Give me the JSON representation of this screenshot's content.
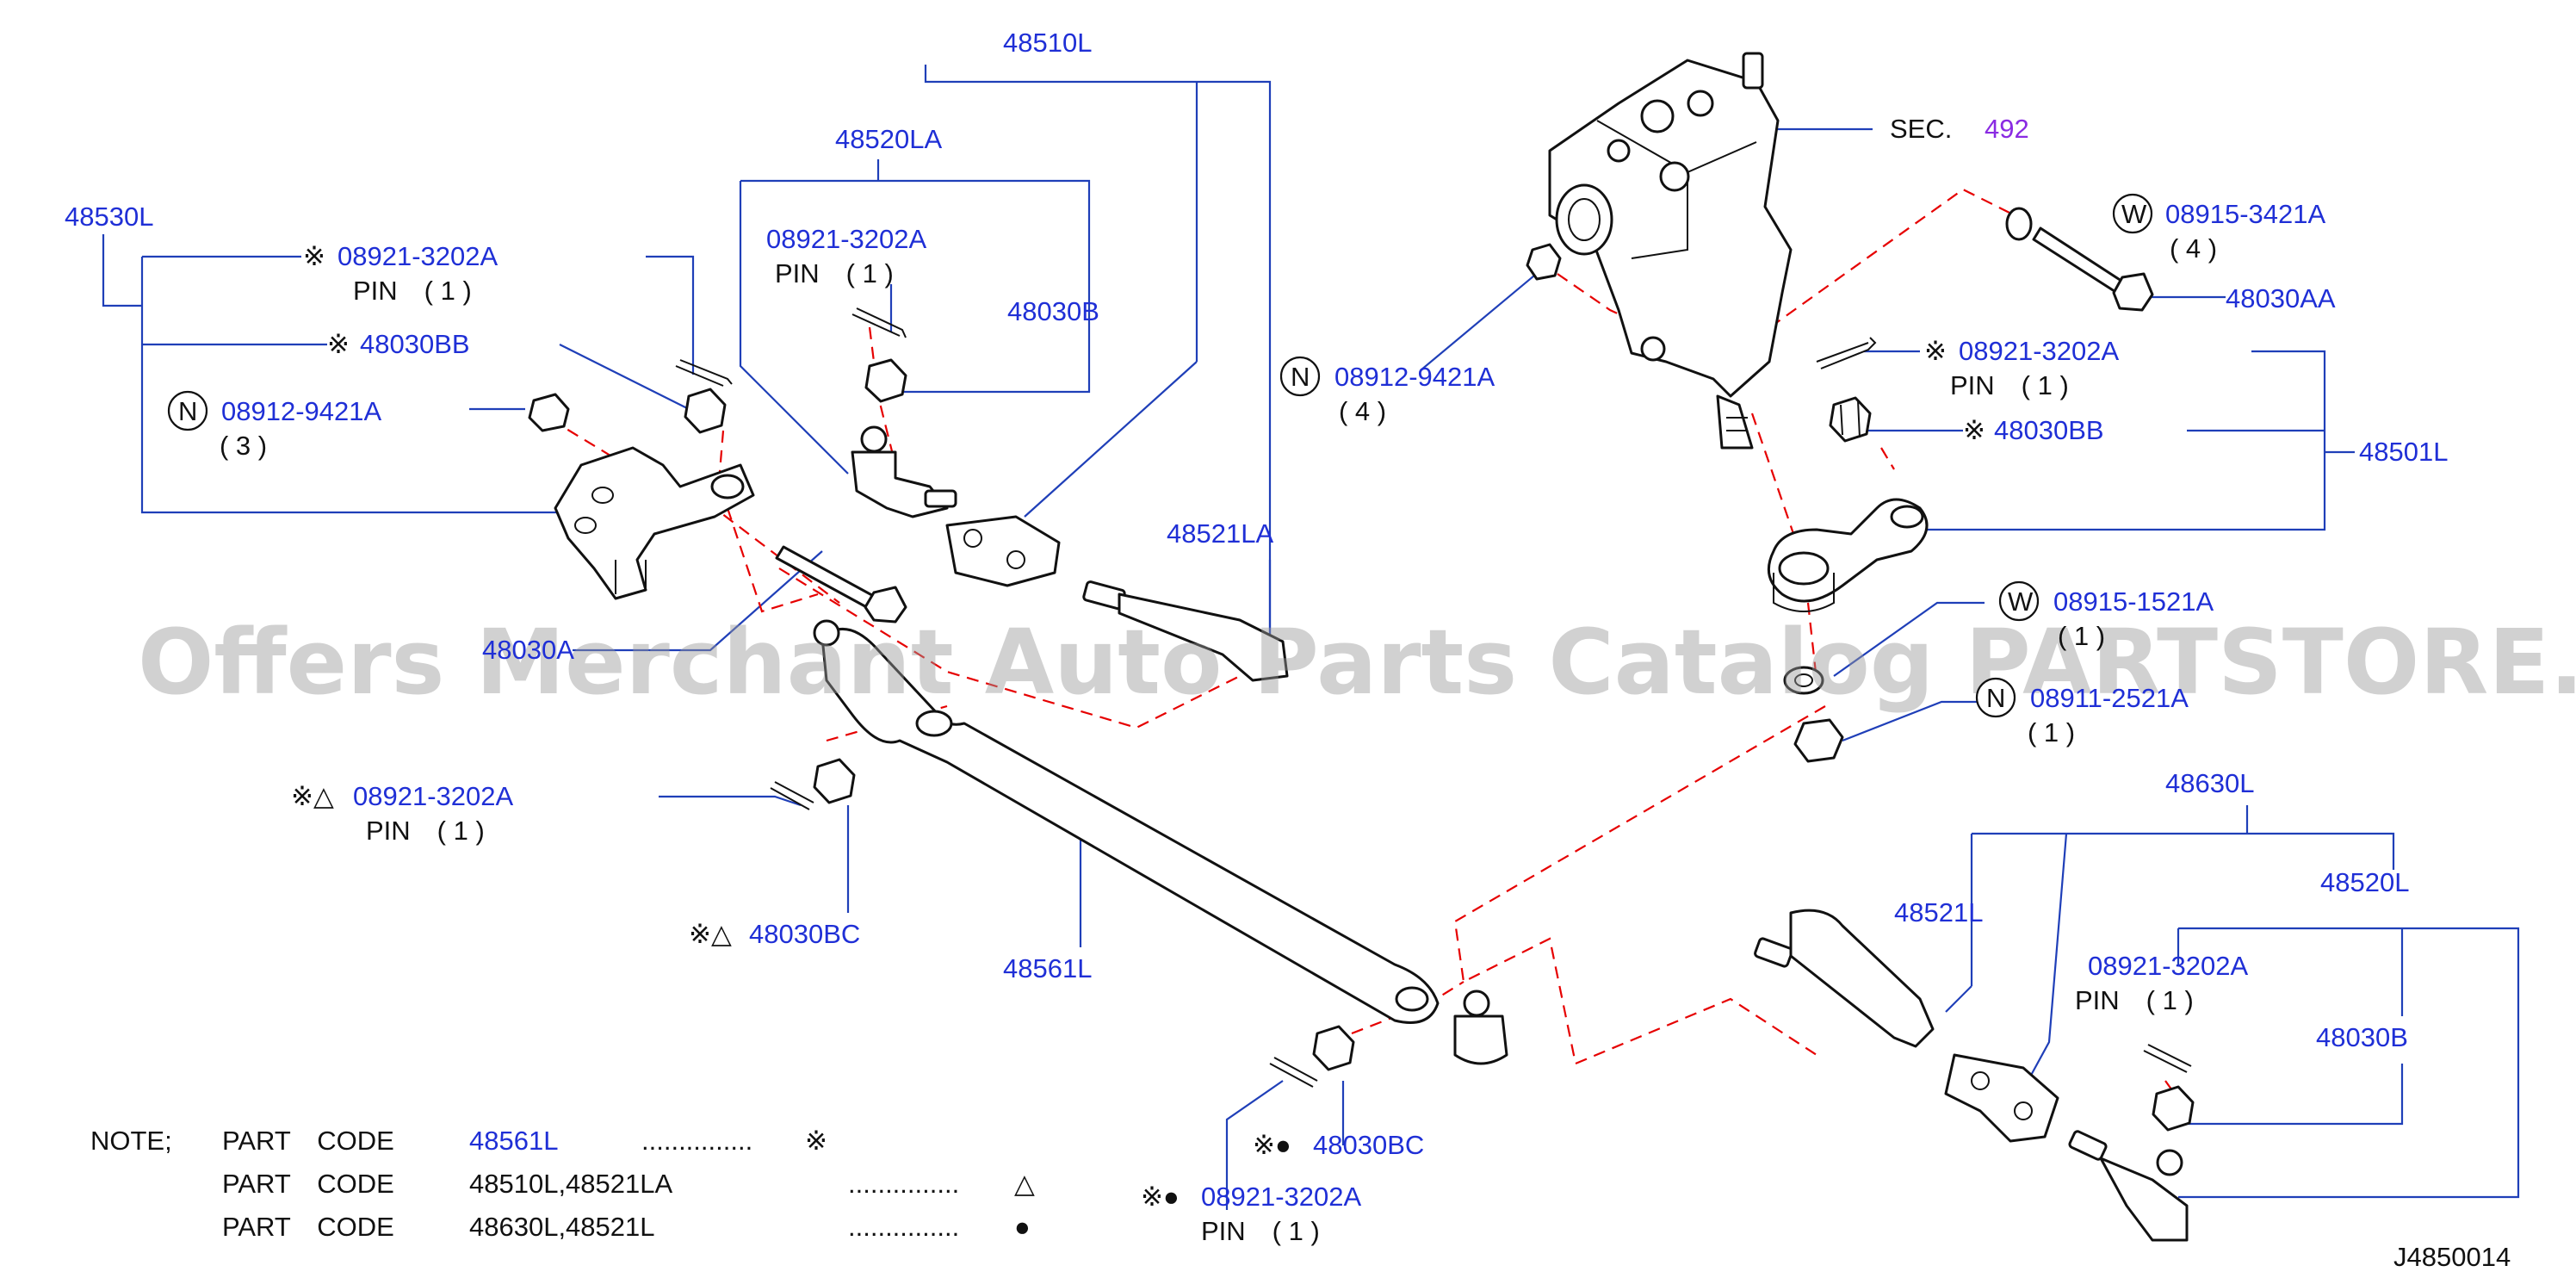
{
  "labels": {
    "sec_prefix": "SEC.",
    "sec_number": "492",
    "p48510L": "48510L",
    "p48520LA": "48520LA",
    "p08921_top_a": "08921-3202A",
    "pin_top_a": "PIN　( 1 )",
    "p48030B_top": "48030B",
    "p48530L": "48530L",
    "mark_08921_left": "※",
    "p08921_left": "08921-3202A",
    "pin_left": "PIN　( 1 )",
    "mark_48030BB_left": "※",
    "p48030BB_left": "48030BB",
    "circ_N_left": "N",
    "p08912_left": "08912-9421A",
    "qty_3": "( 3 )",
    "p48521LA": "48521LA",
    "p48030A": "48030A",
    "mark_tri_08921": "※△",
    "p08921_tri": "08921-3202A",
    "pin_tri": "PIN　( 1 )",
    "mark_tri_48030BC": "※△",
    "p48030BC_tri": "48030BC",
    "p48561L": "48561L",
    "circ_N_mid": "N",
    "p08912_mid": "08912-9421A",
    "qty_4_mid": "( 4 )",
    "circ_W_top": "W",
    "p08915_3421A": "08915-3421A",
    "qty_4_right": "( 4 )",
    "p48030AA": "48030AA",
    "mark_08921_right": "※",
    "p08921_right": "08921-3202A",
    "pin_right": "PIN　( 1 )",
    "mark_48030BB_right": "※",
    "p48030BB_right": "48030BB",
    "p48501L": "48501L",
    "circ_W_bottom": "W",
    "p08915_1521A": "08915-1521A",
    "qty_1_w": "( 1 )",
    "circ_N_bottom": "N",
    "p08911_2521A": "08911-2521A",
    "qty_1_n": "( 1 )",
    "p48630L": "48630L",
    "p48521L": "48521L",
    "p48520L": "48520L",
    "p08921_br": "08921-3202A",
    "pin_br": "PIN　( 1 )",
    "p48030B_br": "48030B",
    "mark_dot_48030BC": "※●",
    "p48030BC_dot": "48030BC",
    "mark_dot_08921": "※●",
    "p08921_dot": "08921-3202A",
    "pin_dot": "PIN　( 1 )",
    "diagram_code": "J4850014"
  },
  "note": {
    "prefix": "NOTE;",
    "rows": [
      {
        "label": "PART　CODE",
        "code": "48561L",
        "dots": "...............",
        "mark": "※"
      },
      {
        "label": "PART　CODE",
        "code": "48510L,48521LA",
        "dots": "...............",
        "mark": "△"
      },
      {
        "label": "PART　CODE",
        "code": "48630L,48521L",
        "dots": "...............",
        "mark": "●"
      }
    ]
  },
  "watermark": "Offers Merchant Auto Parts Catalog PARTSTORE.SA",
  "colors": {
    "part_number": "#1f2fd6",
    "leader": "#1f3fb8",
    "dashed_link": "#e60000",
    "section_ref": "#8a2be2"
  }
}
